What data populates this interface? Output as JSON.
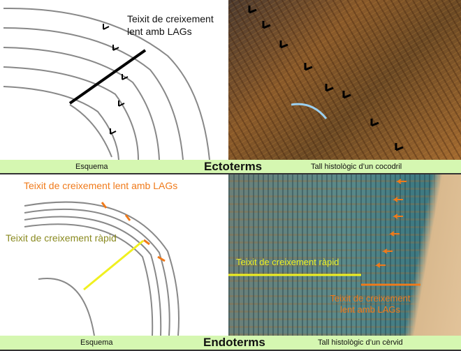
{
  "ectotherms": {
    "schema_label": "Teixit de creixement lent amb LAGs",
    "bar": {
      "left": "Esquema",
      "title": "Ectoterms",
      "right": "Tall histològic d’un cocodril"
    }
  },
  "endotherms": {
    "schema_label_slow": "Teixit de creixement lent amb LAGs",
    "schema_label_fast": "Teixit de creixement ràpid",
    "photo_label_fast": "Teixit de creixement ràpid",
    "photo_label_slow": "Teixit de creixement lent amb LAGs",
    "bar": {
      "left": "Esquema",
      "title": "Endoterms",
      "right": "Tall histològic d’un cèrvid"
    }
  },
  "colors": {
    "bar": "#d5f7b1",
    "orange": "#f07a1a",
    "yellow": "#f0f020",
    "olive": "#8a8a20"
  }
}
